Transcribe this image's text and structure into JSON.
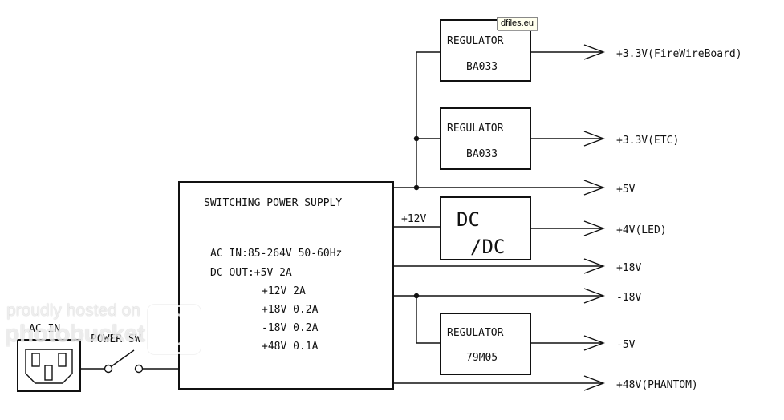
{
  "tooltip": "dfiles.eu",
  "psu": {
    "title": "SWITCHING POWER SUPPLY",
    "ac_in": "AC IN:85-264V 50-60Hz",
    "dc_out": [
      "DC OUT:+5V 2A",
      "+12V 2A",
      "+18V 0.2A",
      "-18V 0.2A",
      "+48V 0.1A"
    ]
  },
  "input": {
    "ac_label": "AC IN",
    "switch_label": "POWER SW"
  },
  "reg1": {
    "title": "REGULATOR",
    "part": "BA033"
  },
  "reg2": {
    "title": "REGULATOR",
    "part": "BA033"
  },
  "reg3": {
    "title": "REGULATOR",
    "part": "79M05"
  },
  "dcdc": {
    "line1": "DC",
    "line2": "/DC"
  },
  "rail_12v": "+12V",
  "outputs": [
    "+3.3V(FireWireBoard)",
    "+3.3V(ETC)",
    "+5V",
    "+4V(LED)",
    "+18V",
    "-18V",
    "-5V",
    "+48V(PHANTOM)"
  ],
  "watermark": {
    "line1": "proudly hosted on",
    "line2": "photobucket",
    "mark": "®"
  }
}
